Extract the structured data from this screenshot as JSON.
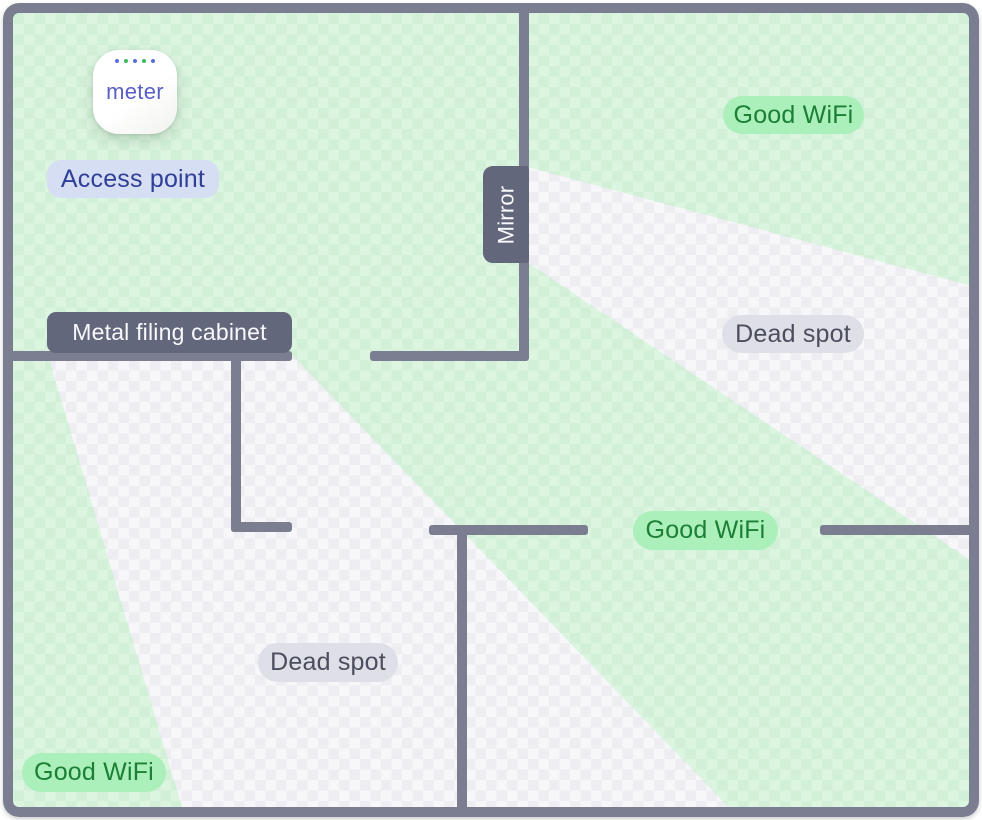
{
  "floorplan": {
    "device": {
      "logo": "meter",
      "led_dot_styles": [
        "background:#5b6ce0",
        "background:#3fb85e",
        "background:#5b6ce0",
        "background:#3fb85e",
        "background:#5b6ce0"
      ]
    },
    "annotations": {
      "access_point": "Access point",
      "good_wifi_top_right": "Good WiFi",
      "dead_spot_right": "Dead spot",
      "good_wifi_center": "Good WiFi",
      "dead_spot_bottom_left": "Dead spot",
      "good_wifi_bottom_left": "Good WiFi"
    },
    "obstacles": {
      "cabinet": "Metal filing cabinet",
      "mirror": "Mirror"
    },
    "colors": {
      "wall": "#7b7e90",
      "obstacle_label_bg": "#63677c",
      "coverage_green_base": "#d2f0d8",
      "coverage_green_check": "#dcf5e1",
      "dead_zone_base": "#ededf2",
      "dead_zone_check": "#f7f7fa",
      "good_wifi_pill_bg": "#abefba",
      "good_wifi_pill_text": "#1b8036",
      "dead_spot_pill_bg": "#dfdfe7",
      "dead_spot_pill_text": "#4b4e5c",
      "access_point_pill_bg": "#d5def2",
      "access_point_pill_text": "#2f3f98",
      "device_logo_text": "#5a5ec5"
    }
  }
}
